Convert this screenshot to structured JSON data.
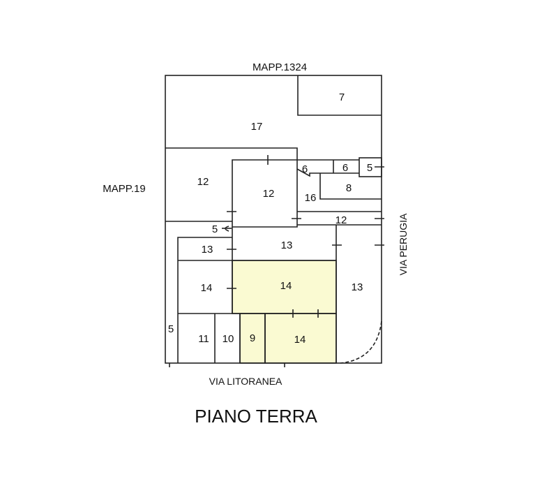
{
  "title": "PIANO TERRA",
  "neighbors": {
    "top": "MAPP.1324",
    "left": "MAPP.19"
  },
  "streets": {
    "right": "VIA PERUGIA",
    "bottom": "VIA LITORANEA"
  },
  "highlight_color": "#fafad2",
  "rooms": {
    "r7": "7",
    "r17": "17",
    "r12a": "12",
    "r12b": "12",
    "r6a": "6",
    "r6b": "6",
    "r5a": "5",
    "r8": "8",
    "r16": "16",
    "r12c": "12",
    "r5b": "5",
    "r13a": "13",
    "r13b": "13",
    "r14a": "14",
    "r14b": "14",
    "r13c": "13",
    "r5c": "5",
    "r11": "11",
    "r10": "10",
    "r9": "9",
    "r14c": "14"
  }
}
